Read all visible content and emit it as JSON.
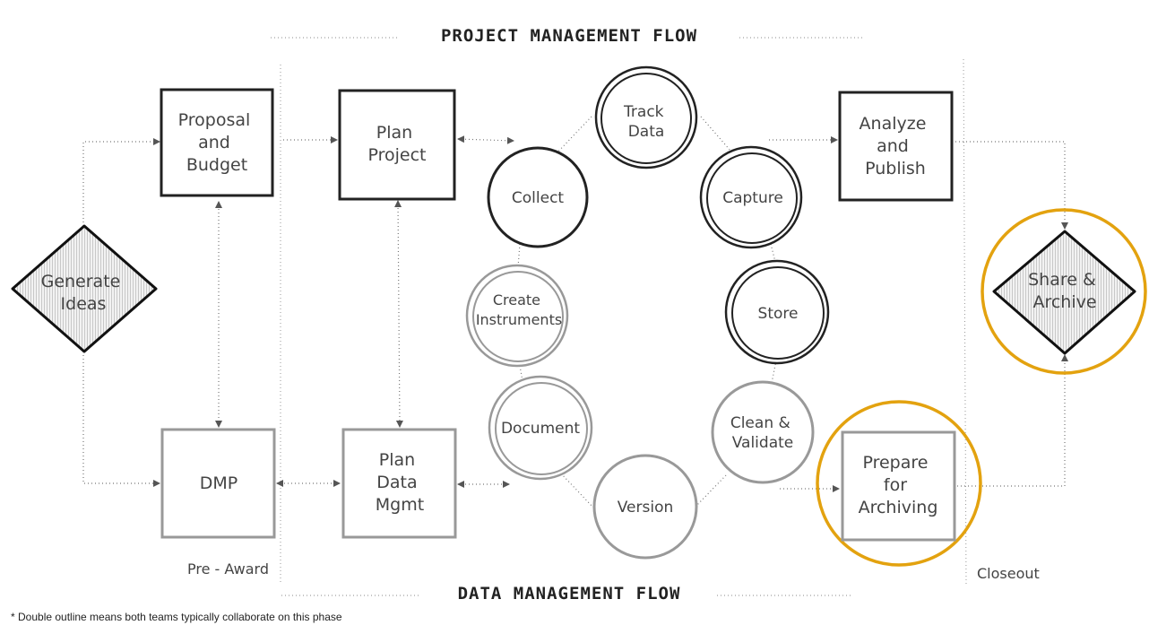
{
  "titles": {
    "project_flow": "PROJECT MANAGEMENT FLOW",
    "data_flow": "DATA MANAGEMENT FLOW"
  },
  "phases": {
    "pre_award": "Pre - Award",
    "closeout": "Closeout"
  },
  "nodes": {
    "generate_ideas": [
      "Generate",
      "Ideas"
    ],
    "proposal_budget": [
      "Proposal",
      "and",
      "Budget"
    ],
    "dmp": [
      "DMP"
    ],
    "plan_project": [
      "Plan",
      "Project"
    ],
    "plan_data_mgmt": [
      "Plan",
      "Data",
      "Mgmt"
    ],
    "track_data": [
      "Track",
      "Data"
    ],
    "collect": [
      "Collect"
    ],
    "capture": [
      "Capture"
    ],
    "create_instruments": [
      "Create",
      "Instruments"
    ],
    "store": [
      "Store"
    ],
    "document": [
      "Document"
    ],
    "clean_validate": [
      "Clean &",
      "Validate"
    ],
    "version": [
      "Version"
    ],
    "analyze_publish": [
      "Analyze",
      "and",
      "Publish"
    ],
    "prepare_archiving": [
      "Prepare",
      "for",
      "Archiving"
    ],
    "share_archive": [
      "Share &",
      "Archive"
    ]
  },
  "footnote": "* Double outline means both teams typically collaborate on this phase",
  "colors": {
    "highlight": "#e3a20f",
    "dark_line": "#222222",
    "gray_line": "#999999",
    "text": "#444444"
  }
}
